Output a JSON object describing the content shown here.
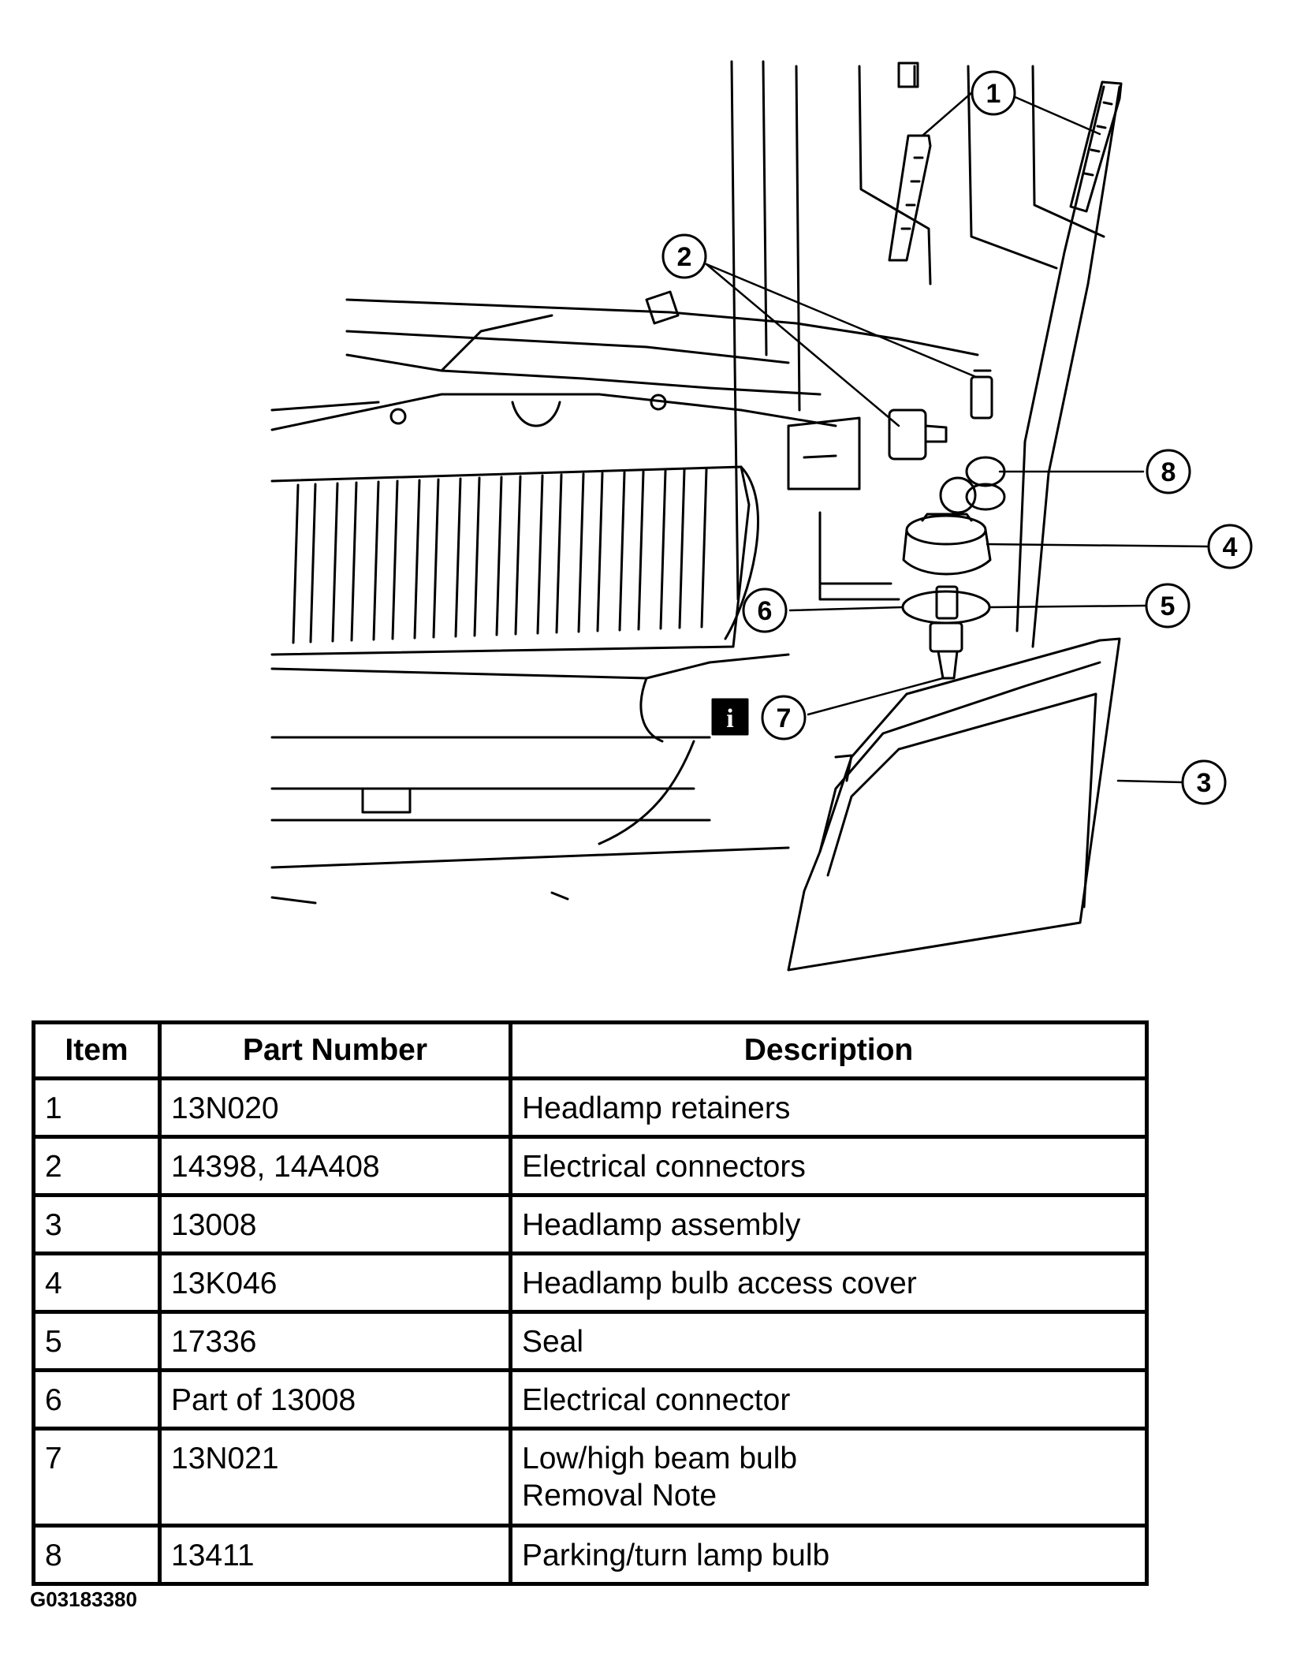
{
  "callouts": [
    {
      "num": "1"
    },
    {
      "num": "2"
    },
    {
      "num": "3"
    },
    {
      "num": "4"
    },
    {
      "num": "5"
    },
    {
      "num": "6"
    },
    {
      "num": "7"
    },
    {
      "num": "8"
    }
  ],
  "info_icon": "info-icon",
  "table": {
    "headers": [
      "Item",
      "Part Number",
      "Description"
    ],
    "rows": [
      {
        "item": "1",
        "part_number": "13N020",
        "description": [
          "Headlamp retainers"
        ]
      },
      {
        "item": "2",
        "part_number": "14398, 14A408",
        "description": [
          "Electrical connectors"
        ]
      },
      {
        "item": "3",
        "part_number": "13008",
        "description": [
          "Headlamp assembly"
        ]
      },
      {
        "item": "4",
        "part_number": "13K046",
        "description": [
          "Headlamp bulb access cover"
        ]
      },
      {
        "item": "5",
        "part_number": "17336",
        "description": [
          "Seal"
        ]
      },
      {
        "item": "6",
        "part_number": "Part of 13008",
        "description": [
          "Electrical connector"
        ]
      },
      {
        "item": "7",
        "part_number": "13N021",
        "description": [
          "Low/high beam bulb",
          "Removal Note"
        ]
      },
      {
        "item": "8",
        "part_number": "13411",
        "description": [
          "Parking/turn lamp bulb"
        ]
      }
    ]
  },
  "figure_code": "G03183380"
}
